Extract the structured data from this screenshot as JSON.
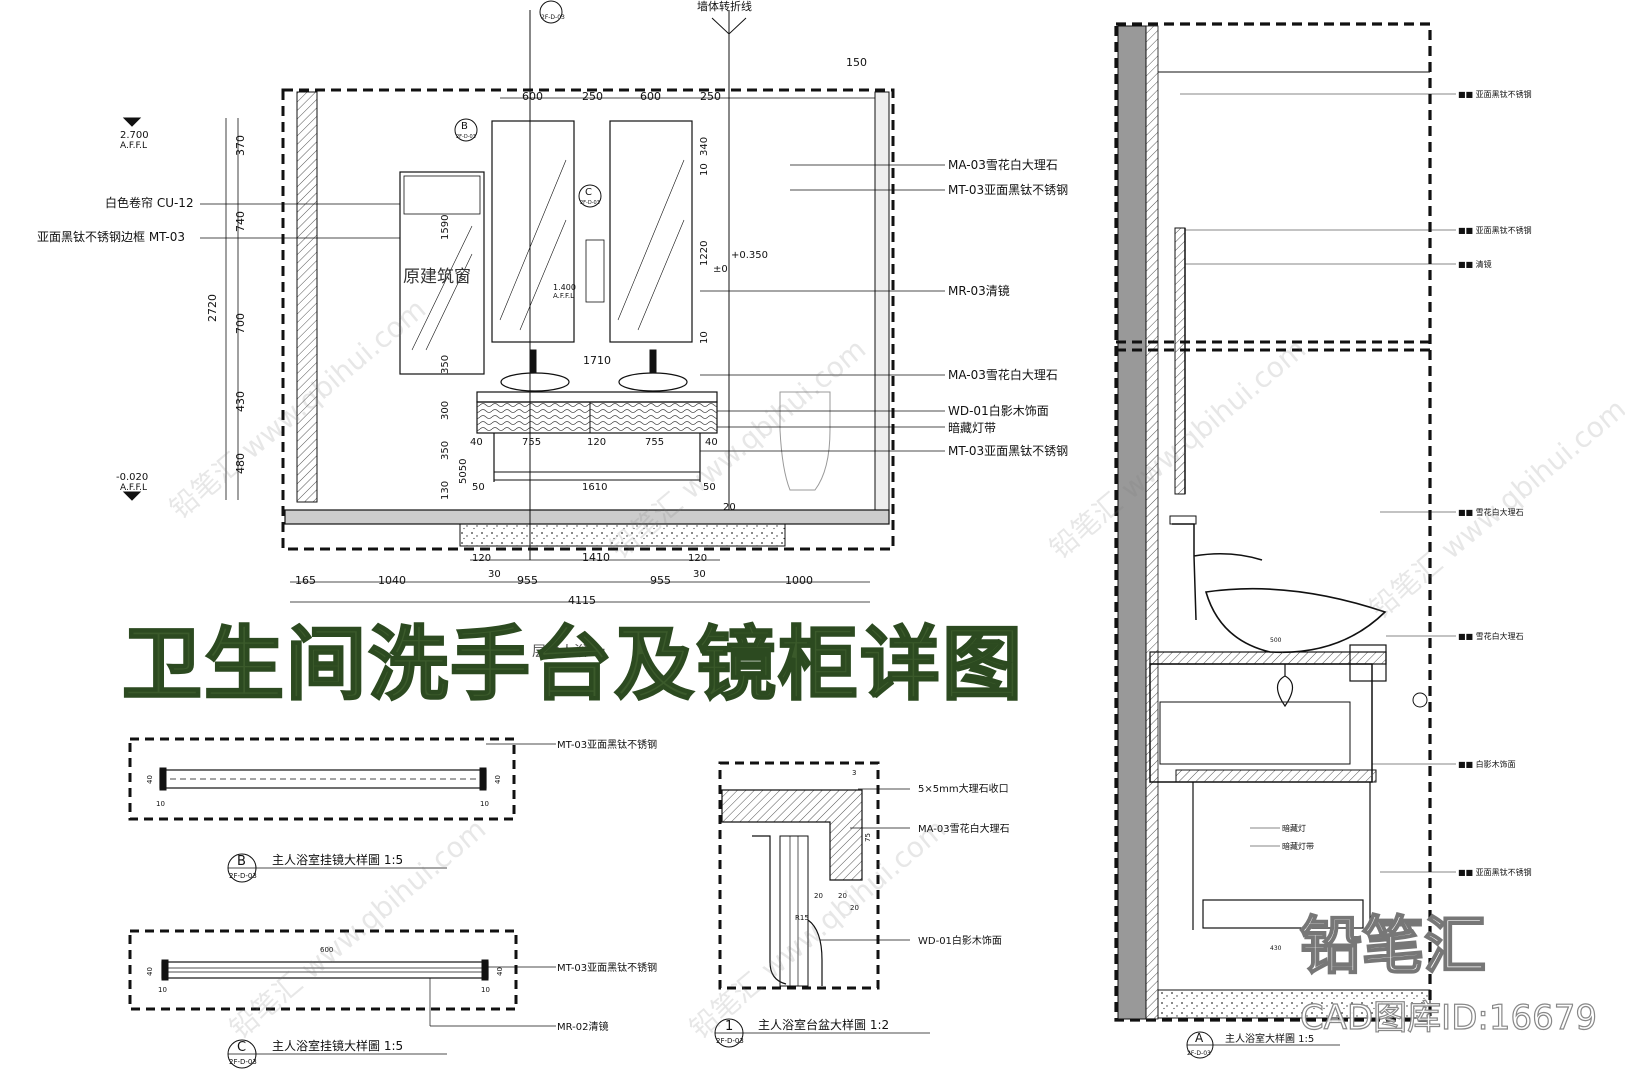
{
  "title": "卫生间洗手台及镜柜详图",
  "brand": {
    "name": "铅笔汇",
    "cad_id": "CAD图库ID:16679"
  },
  "watermark": {
    "text": "铅笔汇  www.qbihui.com"
  },
  "elevation": {
    "callout_top": "2F-D-03",
    "wall_fold": "墙体转折线",
    "left_labels": [
      "白色卷帘 CU-12",
      "亚面黑钛不锈钢边框 MT-03"
    ],
    "window": "原建筑窗",
    "level_top": "2.700",
    "level_top_sub": "A.F.F.L",
    "level_bottom": "-0.020",
    "level_bottom_sub": "A.F.F.L",
    "level_1400": "1.400",
    "level_1400_sub": "A.F.F.L",
    "level_0350": "+0.350",
    "level_zero": "±0",
    "right_labels": [
      "MA-03雪花白大理石",
      "MT-03亚面黑钛不锈钢",
      "MR-03清镜",
      "MA-03雪花白大理石",
      "WD-01白影木饰面",
      "暗藏灯带",
      "MT-03亚面黑钛不锈钢"
    ],
    "callout_B": "B",
    "callout_C": "C",
    "callout_sub": "2F-D-03",
    "dims_top": [
      "150",
      "600",
      "250",
      "600",
      "250"
    ],
    "dims_left": [
      "370",
      "740",
      "2720",
      "700",
      "430",
      "480"
    ],
    "dims_misc": [
      "1590",
      "340",
      "10",
      "1220",
      "10",
      "1710",
      "350",
      "300",
      "350",
      "5050",
      "130",
      "40",
      "755",
      "120",
      "755",
      "40",
      "50",
      "1610",
      "50",
      "20",
      "120",
      "1410",
      "30",
      "30",
      "120"
    ],
    "dims_bottom": [
      "165",
      "1040",
      "955",
      "955",
      "1000"
    ],
    "dims_total": "4115",
    "caption_partial": "层主人浴     1:"
  },
  "detail_B": {
    "label": "MT-03亚面黑钛不锈钢",
    "caption": "主人浴室挂镜大样圖  1:5",
    "letter": "B",
    "sheet": "2F-D-03",
    "dims": [
      "40",
      "10",
      "10",
      "40"
    ]
  },
  "detail_C": {
    "labels": [
      "MT-03亚面黑钛不锈钢",
      "MR-02清镜"
    ],
    "caption": "主人浴室挂镜大样圖  1:5",
    "letter": "C",
    "sheet": "2F-D-03",
    "dims": [
      "600",
      "40",
      "10",
      "10",
      "40"
    ]
  },
  "detail_1": {
    "labels": [
      "5×5mm大理石收口",
      "MA-03雪花白大理石",
      "WD-01白影木饰面"
    ],
    "caption": "主人浴室台盆大样圖  1:2",
    "letter": "1",
    "sheet": "2F-D-03",
    "dims": [
      "3",
      "75",
      "20",
      "20",
      "20",
      "R15"
    ]
  },
  "section_A": {
    "labels": [
      "■■ 亚面黑钛不锈钢",
      "■■ 亚面黑钛不锈钢",
      "■■ 清镜",
      "■■ 雪花白大理石",
      "■■ 雪花白大理石",
      "■■ 白影木饰面",
      "暗藏灯",
      "暗藏灯带",
      "■■ 亚面黑钛不锈钢"
    ],
    "caption": "主人浴室大样圖  1:5",
    "letter": "A",
    "sheet": "2F-D-03",
    "dims": [
      "500",
      "430"
    ]
  }
}
